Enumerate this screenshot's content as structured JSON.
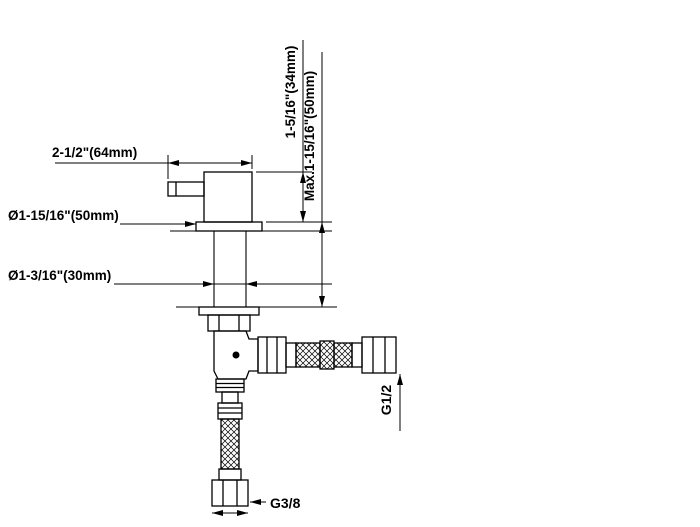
{
  "drawing": {
    "background": "#ffffff",
    "line_color": "#000000",
    "labels": {
      "spout_reach": "2-1/2\"(64mm)",
      "height_above_deck": "1-5/16\"(34mm)",
      "max_deck_thickness": "Max.1-15/16\"(50mm)",
      "base_diameter": "Ø1-15/16\"(50mm)",
      "shank_diameter": "Ø1-3/16\"(30mm)",
      "side_thread": "G1/2",
      "bottom_thread": "G3/8"
    }
  }
}
